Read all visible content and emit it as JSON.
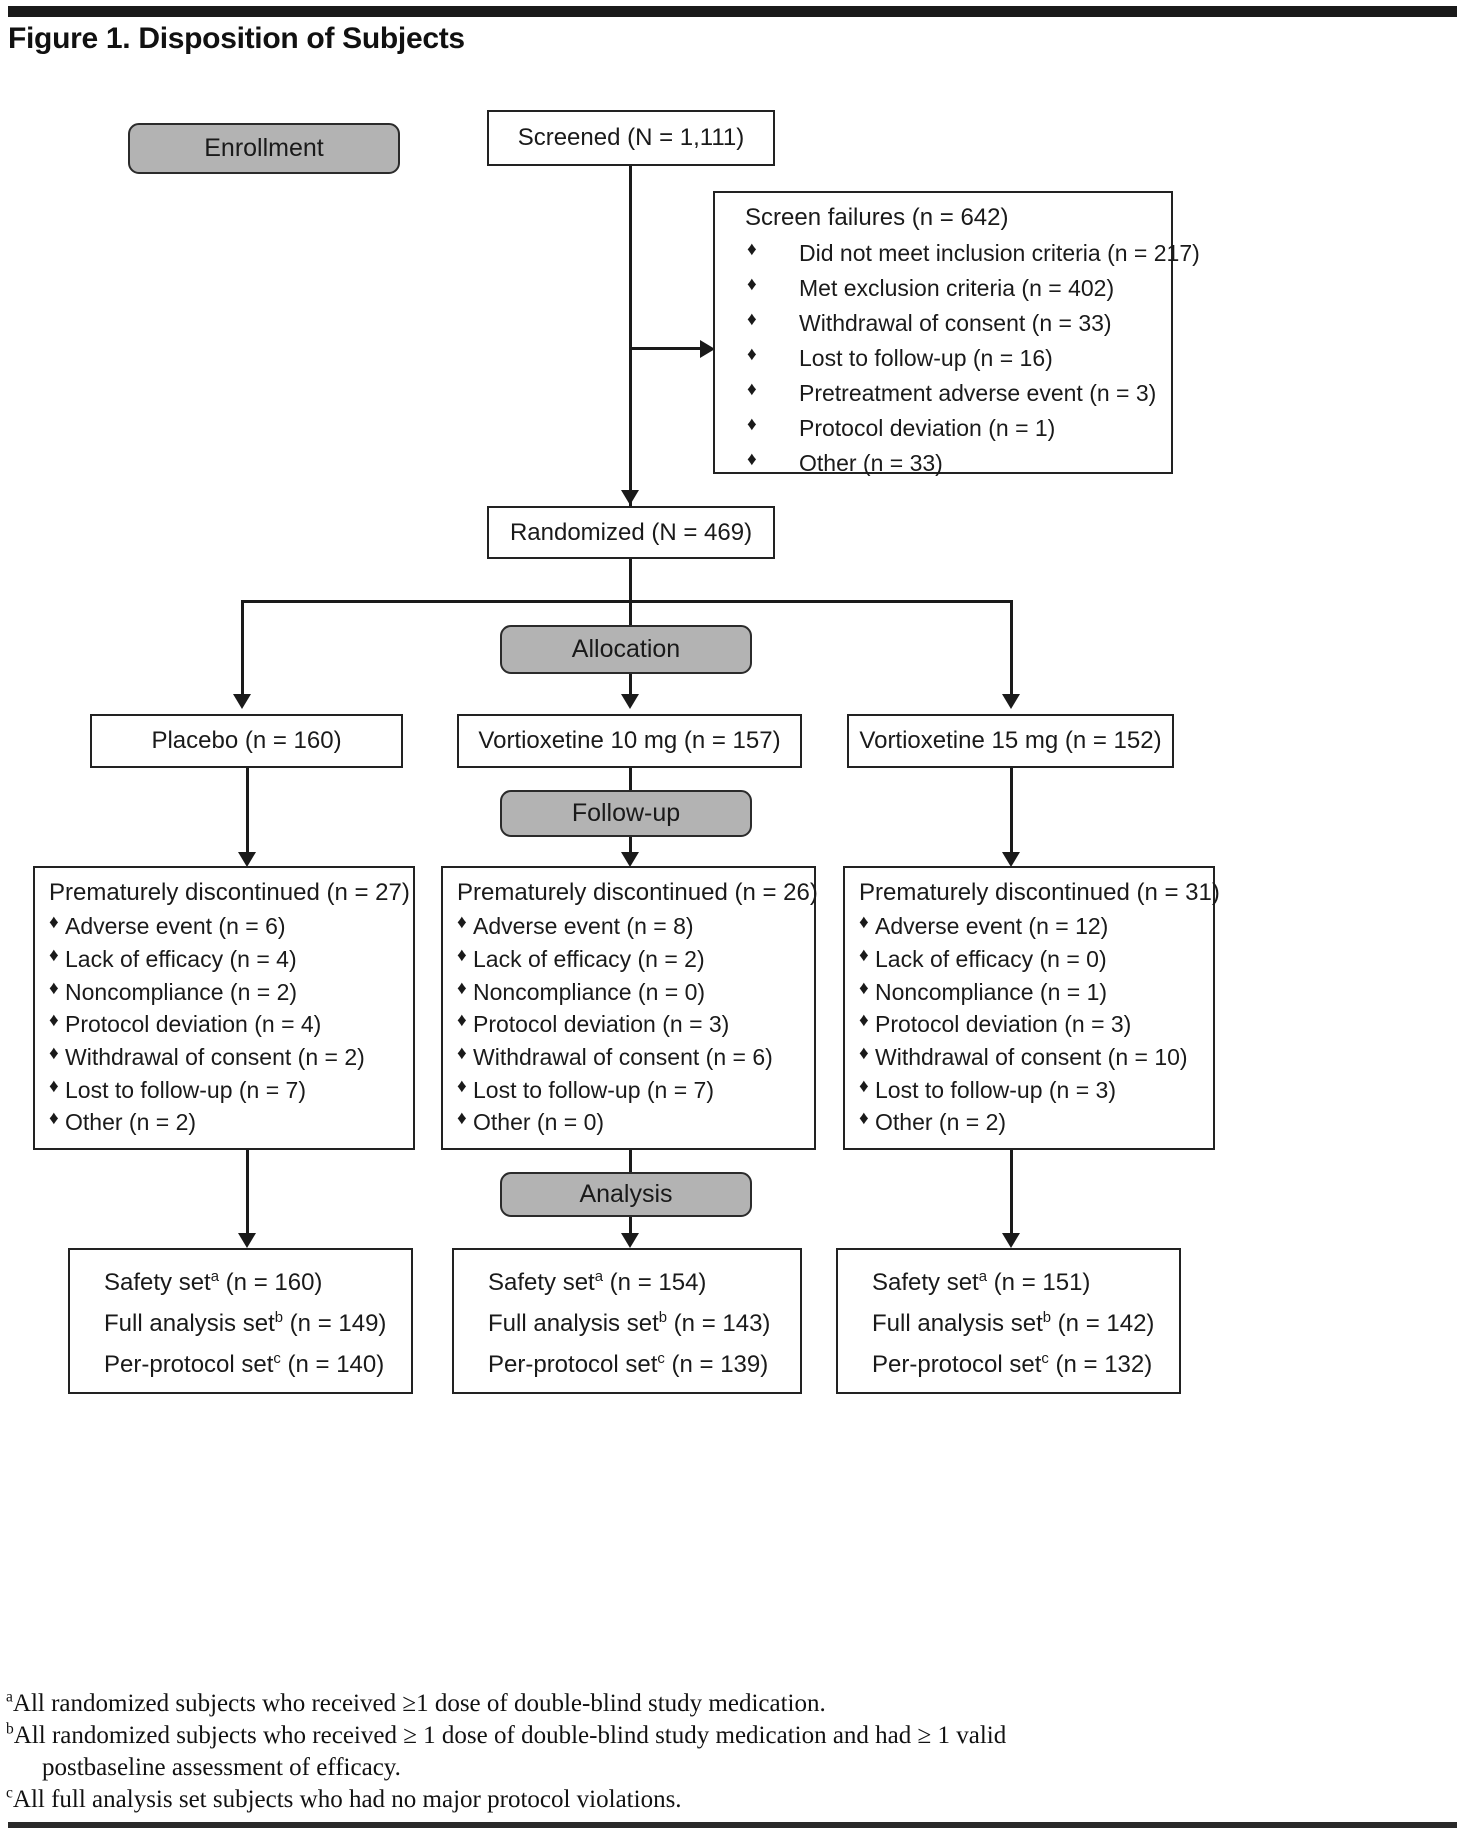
{
  "figure": {
    "title": "Figure 1. Disposition of Subjects"
  },
  "stages": {
    "enrollment": "Enrollment",
    "allocation": "Allocation",
    "followup": "Follow-up",
    "analysis": "Analysis"
  },
  "flow": {
    "screened": "Screened (N = 1,111)",
    "randomized": "Randomized (N = 469)",
    "screen_failures": {
      "header": "Screen failures (n = 642)",
      "items": [
        "Did not meet inclusion criteria (n = 217)",
        "Met exclusion criteria (n = 402)",
        "Withdrawal of consent (n = 33)",
        "Lost to follow-up (n = 16)",
        "Pretreatment adverse event (n = 3)",
        "Protocol deviation (n = 1)",
        "Other (n = 33)"
      ]
    }
  },
  "arms": [
    {
      "name": "Placebo (n = 160)",
      "discontinued": {
        "header": "Prematurely discontinued (n = 27)",
        "items": [
          "Adverse event (n = 6)",
          "Lack of efficacy (n = 4)",
          "Noncompliance (n = 2)",
          "Protocol deviation (n = 4)",
          "Withdrawal of consent (n = 2)",
          "Lost to follow-up (n = 7)",
          "Other (n = 2)"
        ]
      },
      "analysis": {
        "safety_pre": "Safety set",
        "safety_sup": "a",
        "safety_post": " (n = 160)",
        "fas_pre": "Full analysis set",
        "fas_sup": "b",
        "fas_post": " (n = 149)",
        "pp_pre": "Per-protocol set",
        "pp_sup": "c",
        "pp_post": " (n = 140)"
      }
    },
    {
      "name": "Vortioxetine 10 mg (n = 157)",
      "discontinued": {
        "header": "Prematurely discontinued (n = 26)",
        "items": [
          "Adverse event (n = 8)",
          "Lack of efficacy (n = 2)",
          "Noncompliance (n = 0)",
          "Protocol deviation (n = 3)",
          "Withdrawal of consent (n = 6)",
          "Lost to follow-up (n = 7)",
          "Other (n = 0)"
        ]
      },
      "analysis": {
        "safety_pre": "Safety set",
        "safety_sup": "a",
        "safety_post": " (n = 154)",
        "fas_pre": "Full analysis set",
        "fas_sup": "b",
        "fas_post": " (n = 143)",
        "pp_pre": "Per-protocol set",
        "pp_sup": "c",
        "pp_post": " (n = 139)"
      }
    },
    {
      "name": "Vortioxetine 15 mg (n = 152)",
      "discontinued": {
        "header": "Prematurely discontinued (n = 31)",
        "items": [
          "Adverse event (n = 12)",
          "Lack of efficacy (n = 0)",
          "Noncompliance (n = 1)",
          "Protocol deviation (n = 3)",
          "Withdrawal of consent (n = 10)",
          "Lost to follow-up (n = 3)",
          "Other (n = 2)"
        ]
      },
      "analysis": {
        "safety_pre": "Safety set",
        "safety_sup": "a",
        "safety_post": " (n = 151)",
        "fas_pre": "Full analysis set",
        "fas_sup": "b",
        "fas_post": " (n = 142)",
        "pp_pre": "Per-protocol set",
        "pp_sup": "c",
        "pp_post": " (n = 132)"
      }
    }
  ],
  "footnotes": {
    "a_sup": "a",
    "a_text": "All randomized subjects who received ≥1 dose of double-blind study medication.",
    "b_sup": "b",
    "b_text": "All randomized subjects who received ≥ 1 dose of double-blind study medication and had ≥ 1 valid",
    "b_text_cont": "postbaseline assessment of efficacy.",
    "c_sup": "c",
    "c_text": "All full analysis set subjects who had no major protocol violations."
  },
  "bullet_glyph": "♦",
  "colors": {
    "pill_fill": "#b3b3b3",
    "line": "#1a1a1a",
    "border": "#222222"
  }
}
